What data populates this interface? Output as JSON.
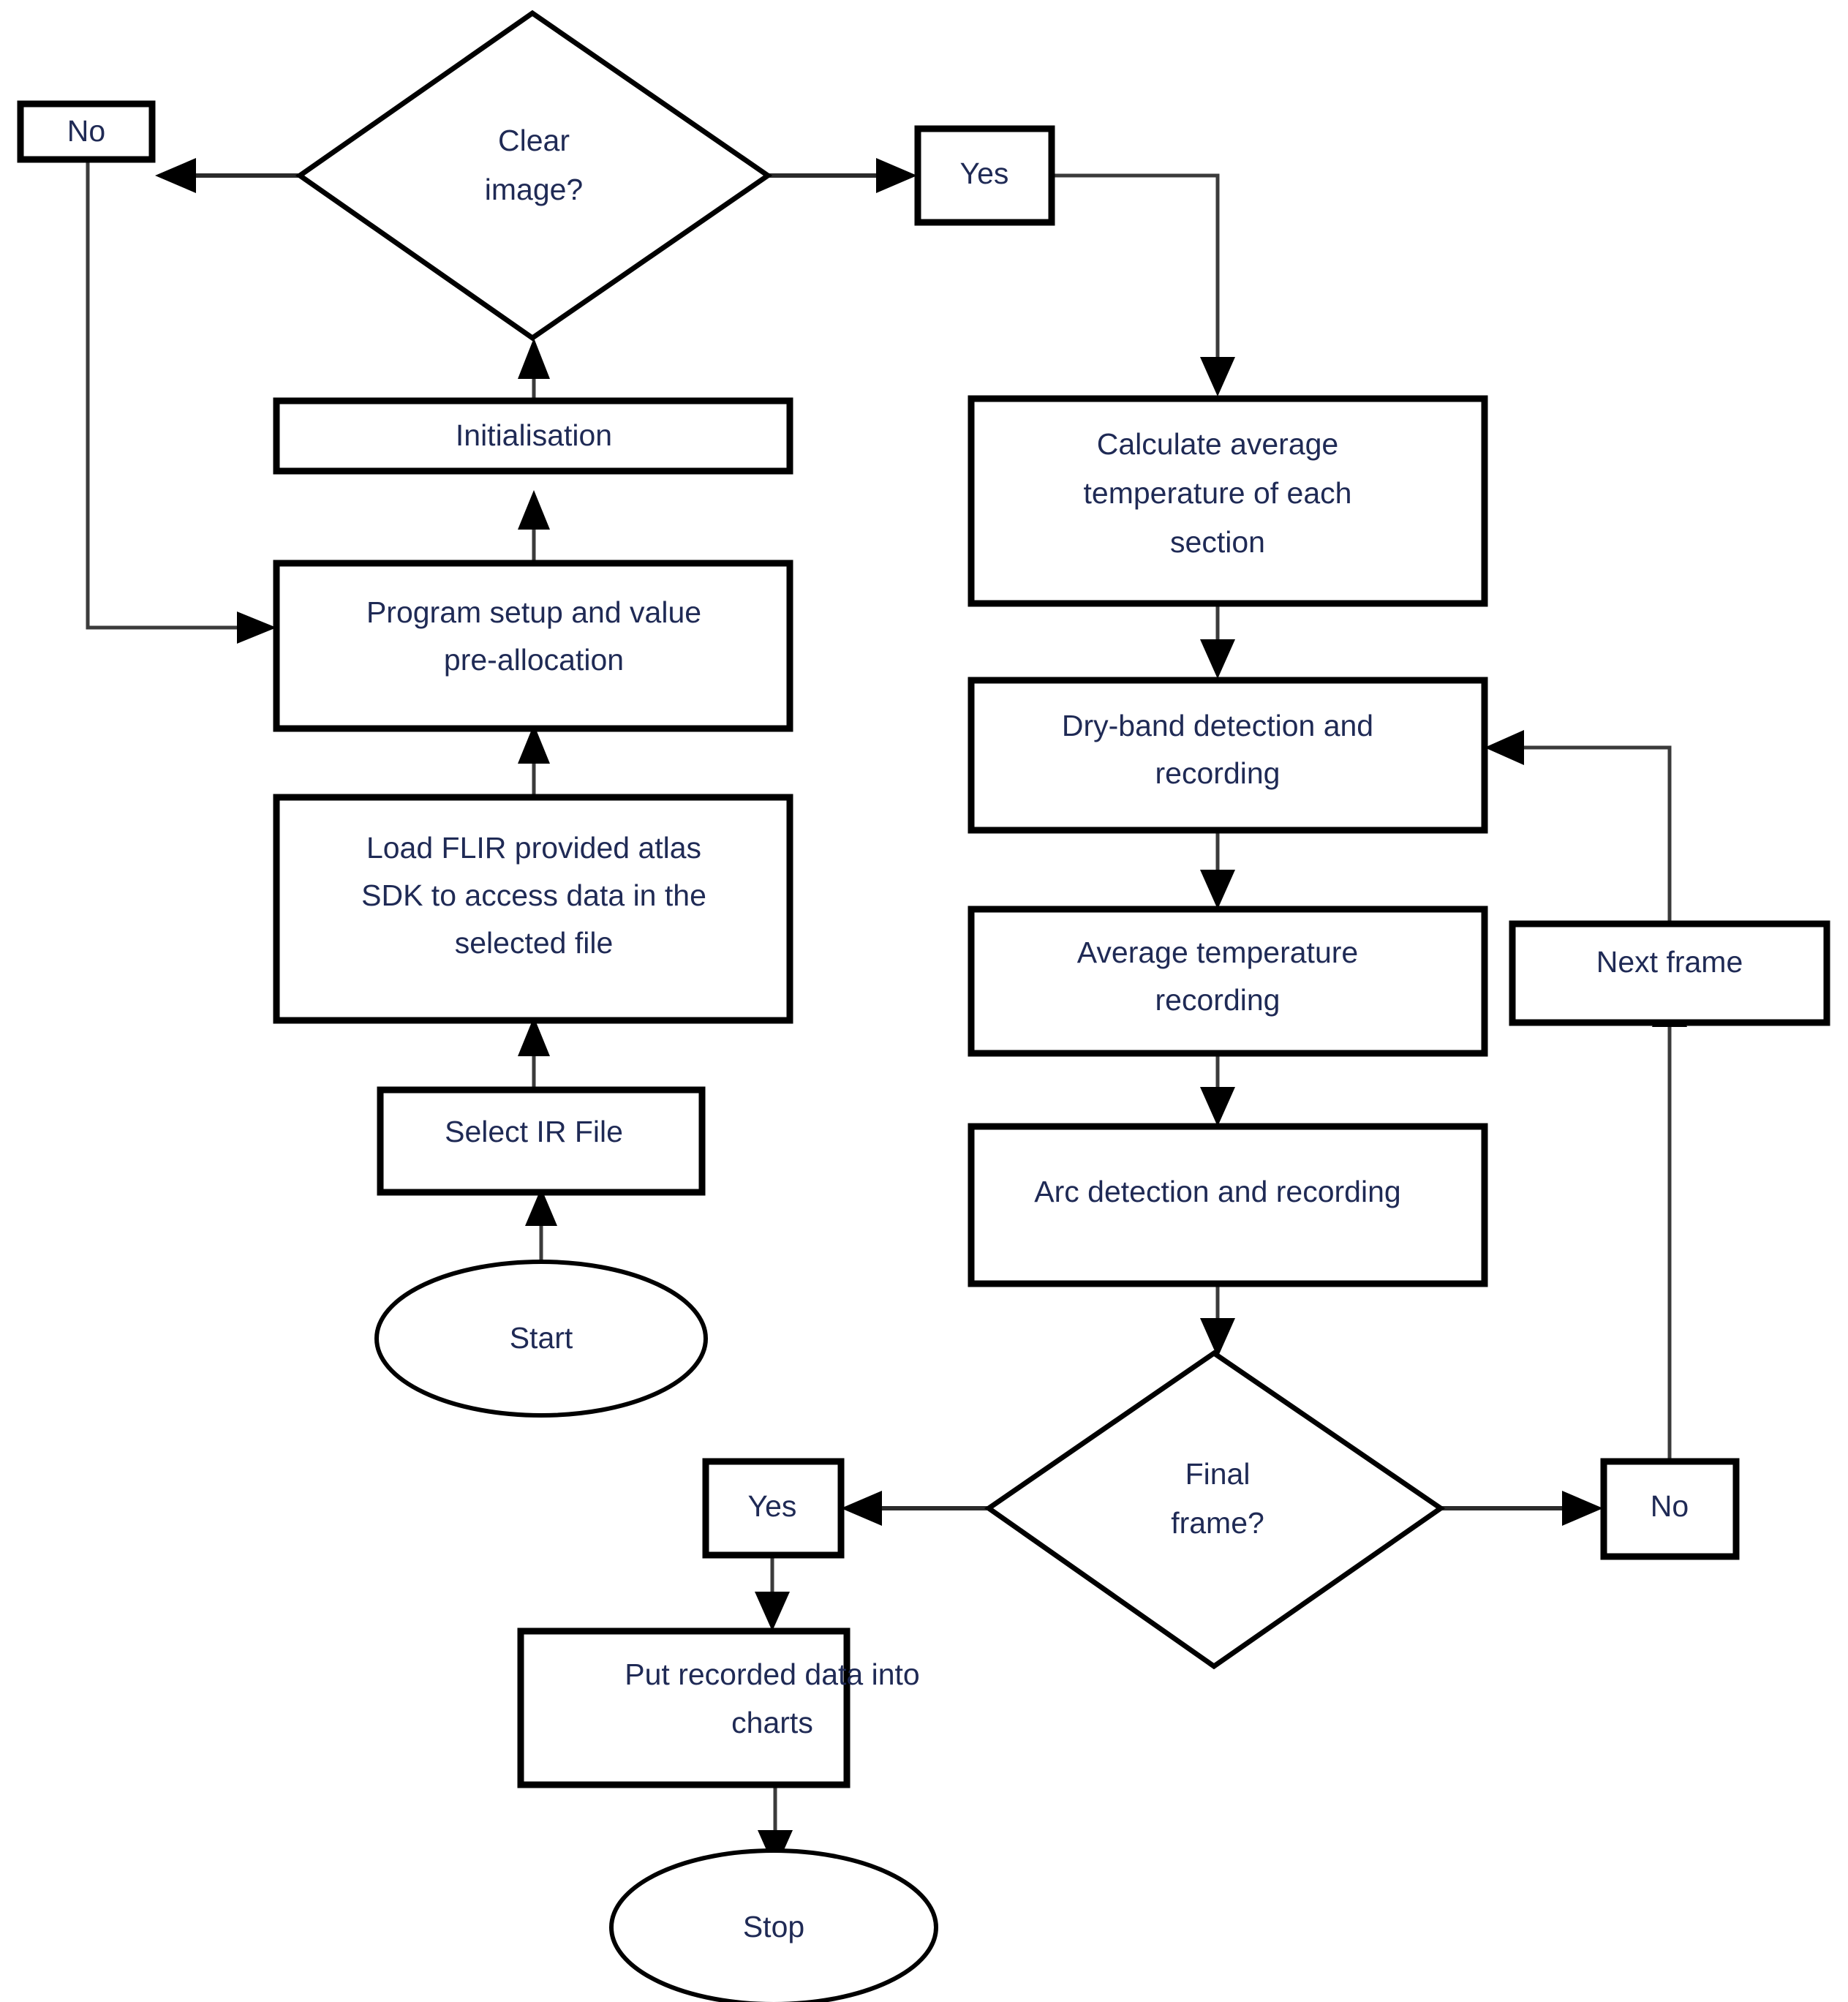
{
  "diagram": {
    "type": "flowchart",
    "title": "IR image processing flowchart",
    "background_color": "#ffffff",
    "shape_outline_color": "#000000",
    "text_color": "#1f2a55",
    "connector_color": "#3b3b3b"
  },
  "nodes": {
    "start": {
      "label": "Start",
      "shape": "ellipse"
    },
    "select_ir_file": {
      "label": "Select IR File",
      "shape": "rectangle"
    },
    "load_flir": {
      "shape": "rectangle",
      "line1": "Load FLIR provided atlas",
      "line2": "SDK to access data in the",
      "line3": "selected file"
    },
    "program_setup": {
      "shape": "rectangle",
      "line1": "Program setup and value",
      "line2": "pre-allocation"
    },
    "initialisation": {
      "label": "Initialisation",
      "shape": "rectangle"
    },
    "clear_image_decision": {
      "shape": "diamond",
      "line1": "Clear",
      "line2": "image?"
    },
    "clear_image_no": {
      "label": "No",
      "shape": "rectangle"
    },
    "clear_image_yes": {
      "label": "Yes",
      "shape": "rectangle"
    },
    "calculate_average": {
      "shape": "rectangle",
      "line1": "Calculate average",
      "line2": "temperature of each",
      "line3": "section"
    },
    "dry_band": {
      "shape": "rectangle",
      "line1": "Dry-band detection and",
      "line2": "recording"
    },
    "average_temp_recording": {
      "shape": "rectangle",
      "line1": "Average temperature",
      "line2": "recording"
    },
    "arc_detection": {
      "label": "Arc detection and recording",
      "shape": "rectangle"
    },
    "final_frame_decision": {
      "shape": "diamond",
      "line1": "Final",
      "line2": "frame?"
    },
    "final_frame_yes": {
      "label": "Yes",
      "shape": "rectangle"
    },
    "final_frame_no": {
      "label": "No",
      "shape": "rectangle"
    },
    "next_frame": {
      "label": "Next frame",
      "shape": "rectangle"
    },
    "put_recorded_data": {
      "shape": "rectangle",
      "line1": "Put recorded data into",
      "line2": "charts"
    },
    "stop": {
      "label": "Stop",
      "shape": "ellipse"
    }
  },
  "edges": [
    {
      "from": "start",
      "to": "select_ir_file"
    },
    {
      "from": "select_ir_file",
      "to": "load_flir"
    },
    {
      "from": "load_flir",
      "to": "program_setup"
    },
    {
      "from": "program_setup",
      "to": "initialisation"
    },
    {
      "from": "initialisation",
      "to": "clear_image_decision"
    },
    {
      "from": "clear_image_decision",
      "to": "clear_image_no"
    },
    {
      "from": "clear_image_decision",
      "to": "clear_image_yes"
    },
    {
      "from": "clear_image_no",
      "to": "program_setup"
    },
    {
      "from": "clear_image_yes",
      "to": "calculate_average"
    },
    {
      "from": "calculate_average",
      "to": "dry_band"
    },
    {
      "from": "dry_band",
      "to": "average_temp_recording"
    },
    {
      "from": "average_temp_recording",
      "to": "arc_detection"
    },
    {
      "from": "arc_detection",
      "to": "final_frame_decision"
    },
    {
      "from": "final_frame_decision",
      "to": "final_frame_yes"
    },
    {
      "from": "final_frame_decision",
      "to": "final_frame_no"
    },
    {
      "from": "final_frame_no",
      "to": "next_frame"
    },
    {
      "from": "next_frame",
      "to": "dry_band"
    },
    {
      "from": "final_frame_yes",
      "to": "put_recorded_data"
    },
    {
      "from": "put_recorded_data",
      "to": "stop"
    }
  ]
}
